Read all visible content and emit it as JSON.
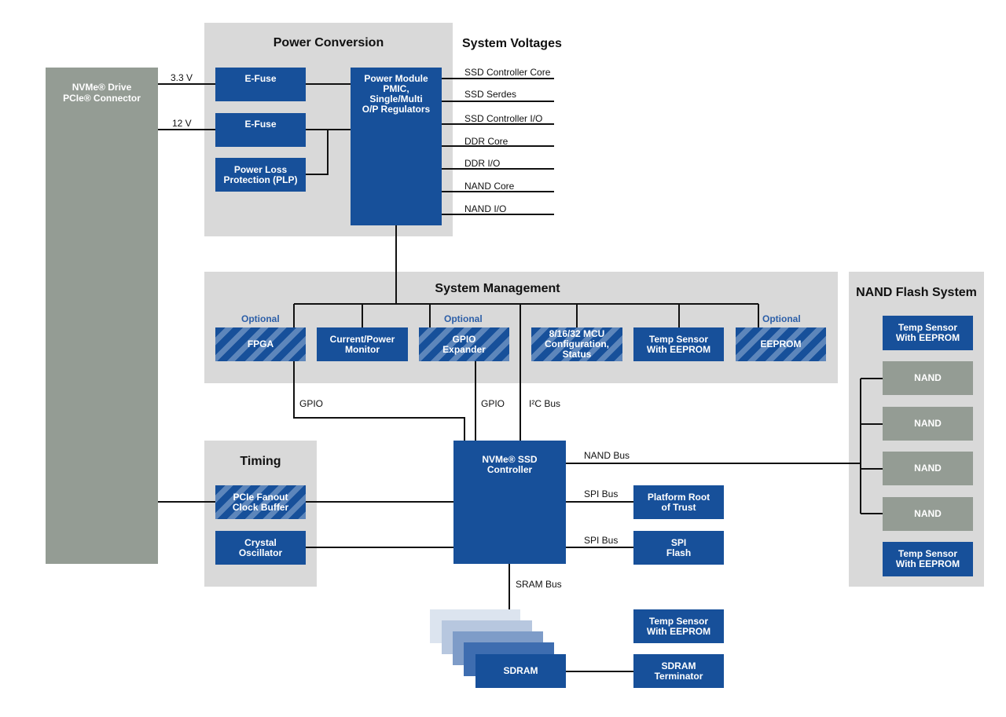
{
  "connector": {
    "line1": "NVMe® Drive",
    "line2": "PCIe® Connector"
  },
  "power": {
    "title": "Power Conversion",
    "voltage_33": "3.3 V",
    "voltage_12": "12 V",
    "efuse1": "E-Fuse",
    "efuse2": "E-Fuse",
    "plp_line1": "Power Loss",
    "plp_line2": "Protection (PLP)",
    "module_line1": "Power Module",
    "module_line2": "PMIC,",
    "module_line3": "Single/Multi",
    "module_line4": "O/P Regulators"
  },
  "voltages": {
    "title": "System Voltages",
    "items": [
      "SSD Controller Core",
      "SSD Serdes",
      "SSD Controller I/O",
      "DDR Core",
      "DDR I/O",
      "NAND Core",
      "NAND I/O"
    ]
  },
  "management": {
    "title": "System Management",
    "optional": "Optional",
    "fpga": "FPGA",
    "monitor_line1": "Current/Power",
    "monitor_line2": "Monitor",
    "gpio_line1": "GPIO",
    "gpio_line2": "Expander",
    "mcu_line1": "8/16/32 MCU",
    "mcu_line2": "Configuration, Status",
    "temp_line1": "Temp Sensor",
    "temp_line2": "With EEPROM",
    "eeprom": "EEPROM"
  },
  "buses": {
    "gpio_left": "GPIO",
    "gpio_right": "GPIO",
    "i2c": "I²C Bus",
    "nand": "NAND Bus",
    "spi1": "SPI Bus",
    "spi2": "SPI Bus",
    "sram": "SRAM Bus"
  },
  "timing": {
    "title": "Timing",
    "clock_line1": "PCIe Fanout",
    "clock_line2": "Clock Buffer",
    "osc_line1": "Crystal",
    "osc_line2": "Oscillator"
  },
  "controller": {
    "line1": "NVMe® SSD",
    "line2": "Controller"
  },
  "peripherals": {
    "root_line1": "Platform Root",
    "root_line2": "of Trust",
    "spi_line1": "SPI",
    "spi_line2": "Flash",
    "temp_line1": "Temp Sensor",
    "temp_line2": "With EEPROM",
    "sdram": "SDRAM",
    "term_line1": "SDRAM",
    "term_line2": "Terminator"
  },
  "nand_system": {
    "title": "NAND Flash System",
    "temp_top_line1": "Temp Sensor",
    "temp_top_line2": "With EEPROM",
    "nand_labels": [
      "NAND",
      "NAND",
      "NAND",
      "NAND"
    ],
    "temp_bottom_line1": "Temp Sensor",
    "temp_bottom_line2": "With EEPROM"
  },
  "colors": {
    "block_blue": "#17509a",
    "hatch_light": "#5d86bb",
    "panel_gray": "#d9d9d9",
    "nand_gray": "#949c94",
    "optional_text": "#2d5fa8"
  }
}
